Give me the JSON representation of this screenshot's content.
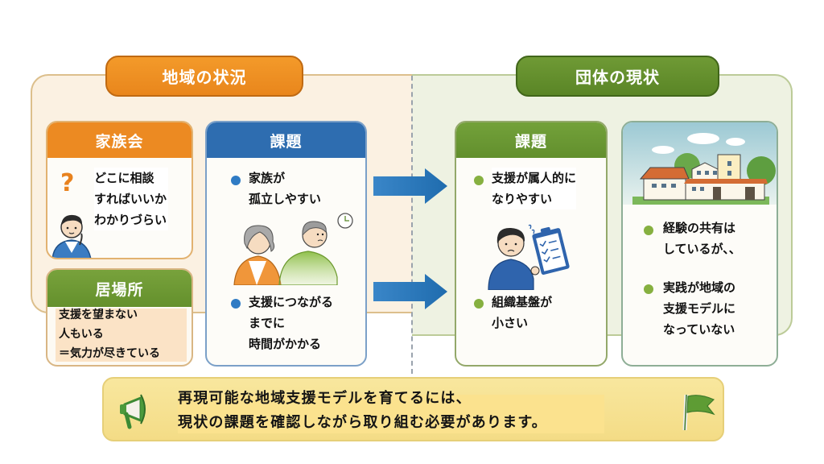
{
  "sections": {
    "left_title": "地域の状況",
    "right_title": "団体の現状"
  },
  "cards": {
    "family": {
      "title": "家族会",
      "icon": "question-mark-icon",
      "question_mark": "?",
      "lines": [
        "どこに相談",
        "すればいいか",
        "わかりづらい"
      ]
    },
    "place": {
      "title": "居場所",
      "lines": [
        "支援を望まない",
        "人もいる",
        "＝気力が尽きている"
      ]
    },
    "issue_left": {
      "title": "課題",
      "points": [
        {
          "lines": [
            "家族が",
            "孤立しやすい"
          ]
        },
        {
          "lines": [
            "支援につながる",
            "までに",
            "時間がかかる"
          ]
        }
      ]
    },
    "issue_right": {
      "title": "課題",
      "points": [
        {
          "lines": [
            "支援が属人的に",
            "なりやすい"
          ]
        },
        {
          "lines": [
            "組織基盤が",
            "小さい"
          ]
        }
      ]
    },
    "organization": {
      "points": [
        {
          "lines": [
            "経験の共有は",
            "しているが、、"
          ]
        },
        {
          "lines": [
            "実践が地域の",
            "支援モデルに",
            "なっていない"
          ]
        }
      ]
    }
  },
  "banner": {
    "lines": [
      "再現可能な地域支援モデルを育てるには、",
      "現状の課題を確認しながら取り組む必要があります。"
    ]
  },
  "colors": {
    "orange": "#ec8a22",
    "green": "#6a962f",
    "blue": "#2e6db0",
    "banner": "#f6e291"
  }
}
